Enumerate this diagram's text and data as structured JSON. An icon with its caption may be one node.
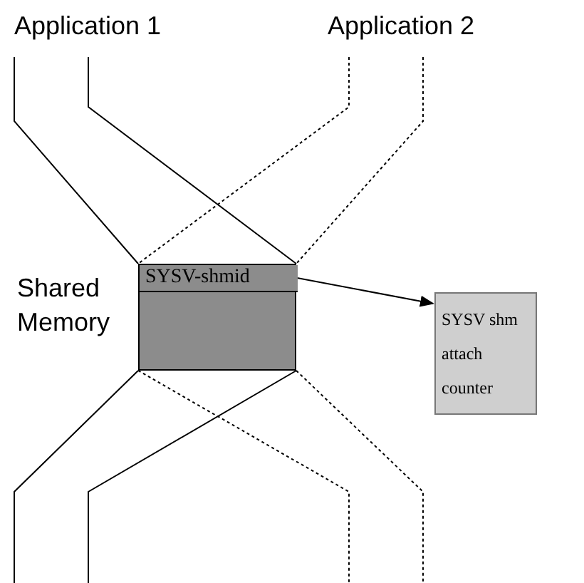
{
  "diagram": {
    "nodes": [
      {
        "text": [
          "Application 1"
        ]
      },
      {
        "text": [
          "Application 2"
        ]
      },
      {
        "text": [],
        "shape": "box",
        "beside": [
          "Shared Memory"
        ]
      },
      {
        "text": [
          "SYSV-shmid"
        ],
        "in": 2
      },
      {
        "text": [
          "SYSV shm attach counter"
        ]
      }
    ],
    "edges": [
      {
        "from": 0,
        "to": 2,
        "arrow": "none"
      },
      {
        "from": 1,
        "to": 2,
        "arrow": "none",
        "style": "dashed"
      },
      {
        "from": 2,
        "to": null,
        "arrow": "none"
      },
      {
        "from": 2,
        "to": null,
        "arrow": "none",
        "style": "dashed"
      },
      {
        "from": 3,
        "to": 4,
        "arrow": "to"
      }
    ]
  }
}
